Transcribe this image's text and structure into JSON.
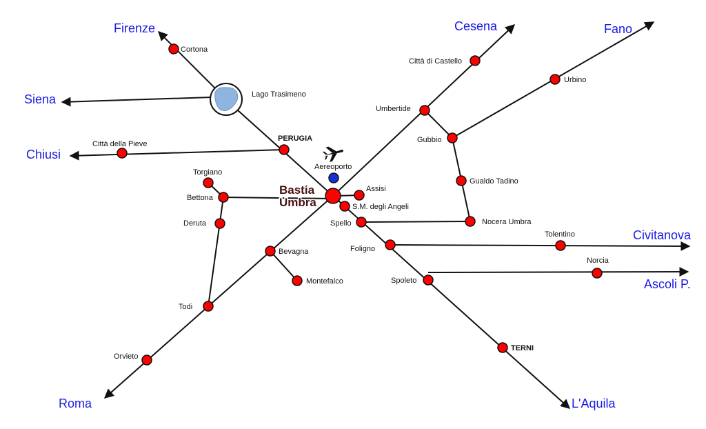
{
  "colors": {
    "town": "#ff0000",
    "destination": "#1a1ae6",
    "airport": "#1530d6",
    "lake": "#8fb4e0",
    "road": "#111111"
  },
  "hub": {
    "line1": "Bastia",
    "line2": "Umbra"
  },
  "airport": {
    "label": "Aereoporto",
    "icon": "airplane-icon"
  },
  "lake": {
    "label": "Lago Trasimeno"
  },
  "destinations": {
    "firenze": "Firenze",
    "siena": "Siena",
    "chiusi": "Chiusi",
    "roma": "Roma",
    "cesena": "Cesena",
    "fano": "Fano",
    "civitanova": "Civitanova",
    "ascoli": "Ascoli P.",
    "aquila": "L'Aquila"
  },
  "towns": {
    "cortona": "Cortona",
    "perugia": "PERUGIA",
    "citta_pieve": "Città della Pieve",
    "torgiano": "Torgiano",
    "bettona": "Bettona",
    "deruta": "Deruta",
    "todi": "Todi",
    "orvieto": "Orvieto",
    "bevagna": "Bevagna",
    "montefalco": "Montefalco",
    "assisi": "Assisi",
    "sm_angeli": "S.M. degli Angeli",
    "spello": "Spello",
    "foligno": "Foligno",
    "spoleto": "Spoleto",
    "terni": "TERNI",
    "umbertide": "Umbertide",
    "citta_castello": "Città di Castello",
    "gubbio": "Gubbio",
    "urbino": "Urbino",
    "gualdo": "Gualdo Tadino",
    "nocera": "Nocera Umbra",
    "tolentino": "Tolentino",
    "norcia": "Norcia"
  }
}
